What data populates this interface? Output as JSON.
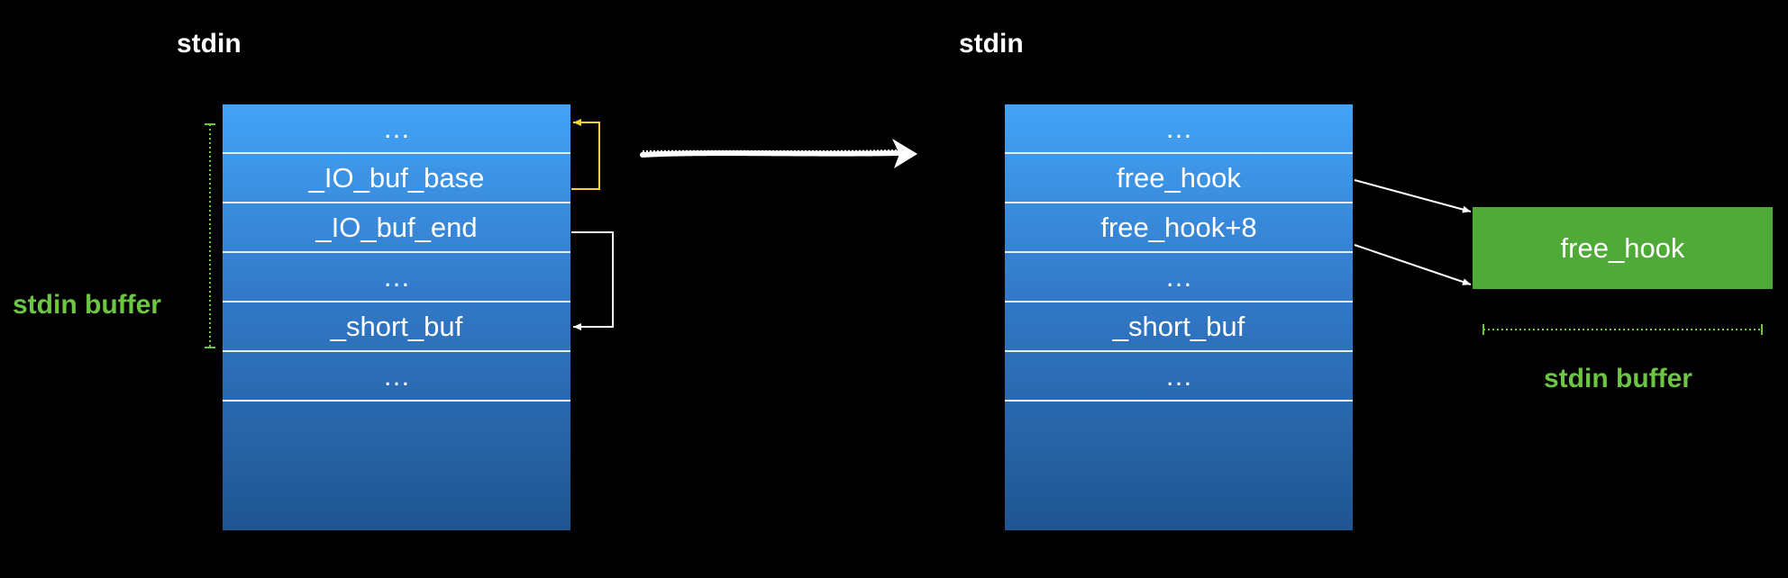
{
  "left": {
    "title": "stdin",
    "rows": [
      "…",
      "_IO_buf_base",
      "_IO_buf_end",
      "…",
      "_short_buf",
      "…"
    ],
    "side_label": "stdin buffer"
  },
  "right": {
    "title": "stdin",
    "rows": [
      "…",
      "free_hook",
      "free_hook+8",
      "…",
      "_short_buf",
      "…"
    ],
    "box_label": "free_hook",
    "buffer_label": "stdin buffer"
  },
  "colors": {
    "background": "#000000",
    "struct_top": "#43a3f6",
    "struct_bottom": "#1f5591",
    "accent_green": "#6cc644",
    "box_green": "#4faa37",
    "yellow_arrow": "#f2d43a"
  }
}
